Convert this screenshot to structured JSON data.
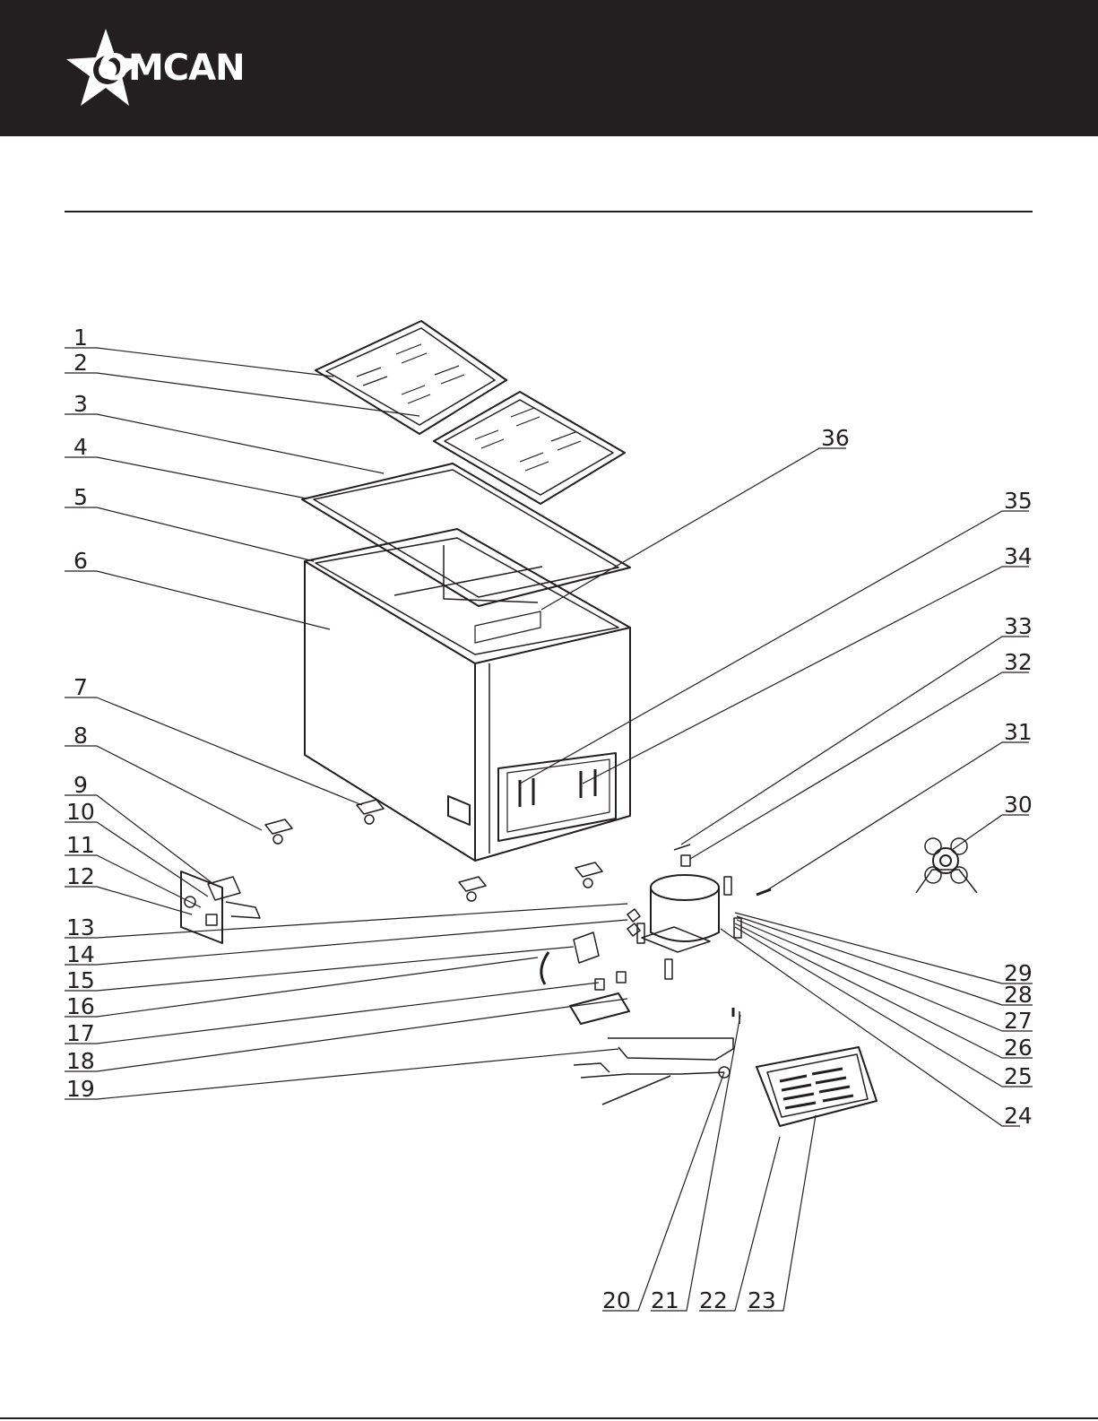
{
  "brand": {
    "name": "OMCAN",
    "icon": "star-icon"
  },
  "callouts": [
    {
      "n": "1"
    },
    {
      "n": "2"
    },
    {
      "n": "3"
    },
    {
      "n": "4"
    },
    {
      "n": "5"
    },
    {
      "n": "6"
    },
    {
      "n": "7"
    },
    {
      "n": "8"
    },
    {
      "n": "9"
    },
    {
      "n": "10"
    },
    {
      "n": "11"
    },
    {
      "n": "12"
    },
    {
      "n": "13"
    },
    {
      "n": "14"
    },
    {
      "n": "15"
    },
    {
      "n": "16"
    },
    {
      "n": "17"
    },
    {
      "n": "18"
    },
    {
      "n": "19"
    },
    {
      "n": "20"
    },
    {
      "n": "21"
    },
    {
      "n": "22"
    },
    {
      "n": "23"
    },
    {
      "n": "24"
    },
    {
      "n": "25"
    },
    {
      "n": "26"
    },
    {
      "n": "27"
    },
    {
      "n": "28"
    },
    {
      "n": "29"
    },
    {
      "n": "30"
    },
    {
      "n": "31"
    },
    {
      "n": "32"
    },
    {
      "n": "33"
    },
    {
      "n": "34"
    },
    {
      "n": "35"
    },
    {
      "n": "36"
    }
  ],
  "colors": {
    "header_bg": "#231f20",
    "ink": "#231f20",
    "page_bg": "#ffffff"
  }
}
